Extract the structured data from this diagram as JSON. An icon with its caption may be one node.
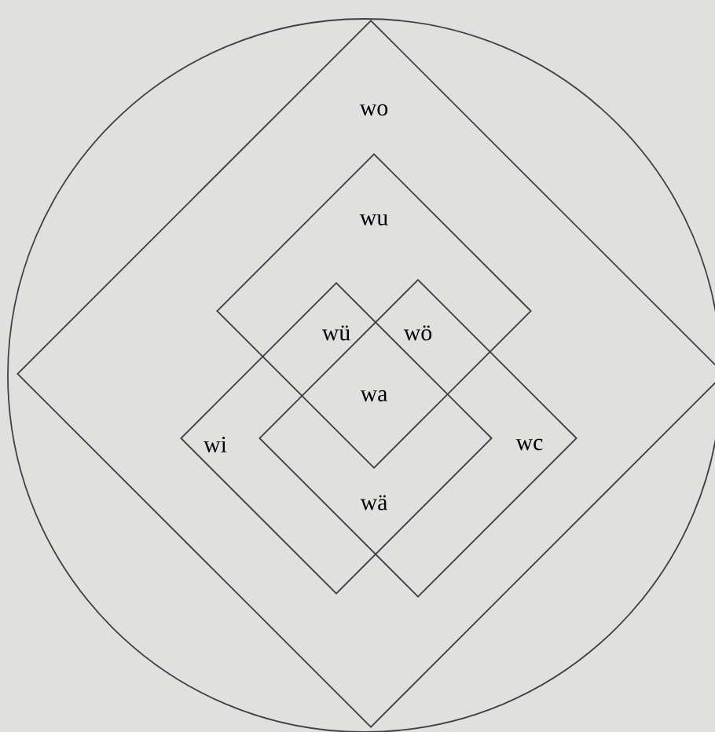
{
  "diagram": {
    "nodes": [
      {
        "text": [],
        "shape": "circle"
      },
      {
        "text": [
          "wo"
        ],
        "in": 0
      },
      {
        "text": [
          "wu"
        ],
        "in": 1
      },
      {
        "text": [
          "wi"
        ],
        "in": 1
      },
      {
        "text": [
          "wc"
        ],
        "in": 1
      }
    ],
    "labels": [
      "wü",
      "wö",
      "wa",
      "wä"
    ]
  }
}
